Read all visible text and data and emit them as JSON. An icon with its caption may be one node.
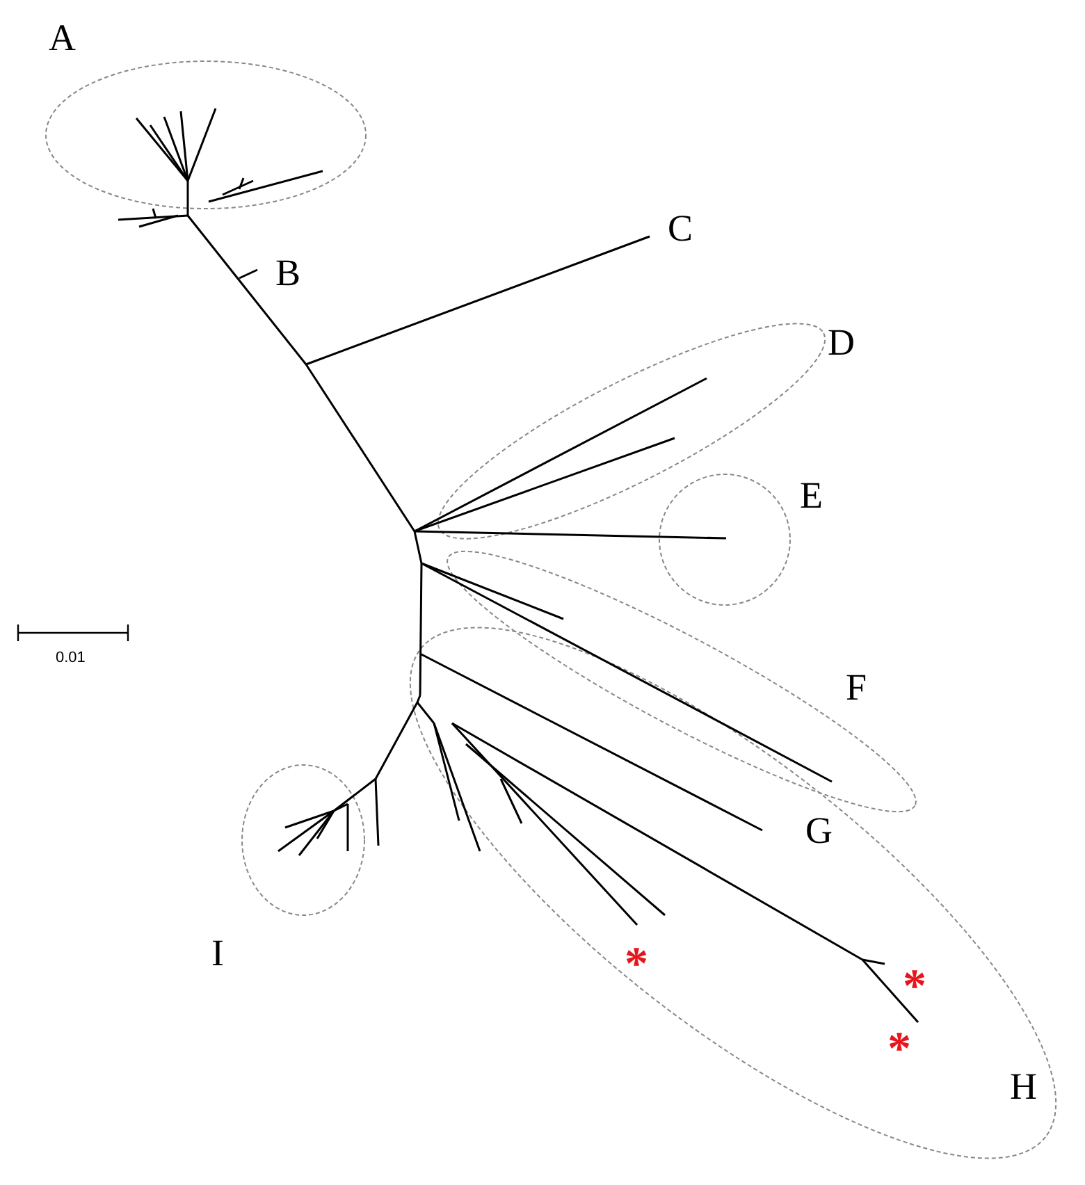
{
  "diagram": {
    "labels": [
      "A",
      "B",
      "C",
      "D",
      "E",
      "F",
      "G",
      "H",
      "I",
      "0.01",
      "*",
      "*",
      "*"
    ]
  }
}
